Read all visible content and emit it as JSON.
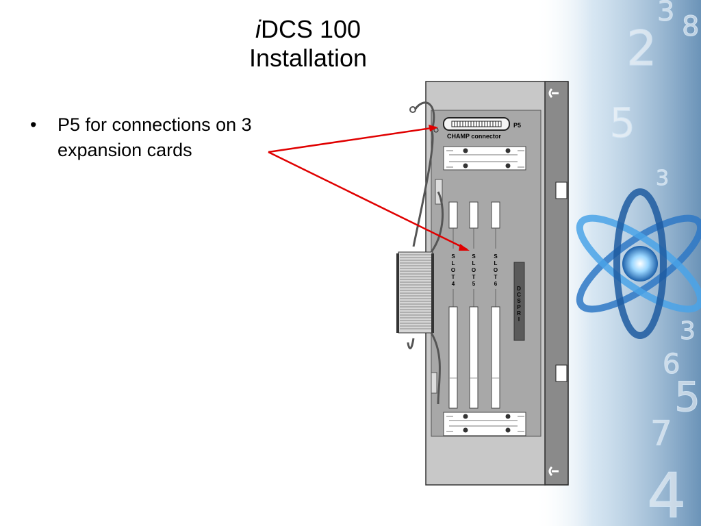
{
  "slide": {
    "title_prefix": "i",
    "title_main": "DCS 100",
    "title_line2": "Installation",
    "bullet_glyph": "•",
    "bullets": [
      {
        "line1": "P5 for connections on 3",
        "line2": "expansion cards"
      }
    ]
  },
  "diagram": {
    "connector_port_label": "P5",
    "connector_name": "CHAMP connector",
    "slot_labels": [
      {
        "letters": [
          "S",
          "L",
          "O",
          "T",
          "4"
        ]
      },
      {
        "letters": [
          "S",
          "L",
          "O",
          "T",
          "5"
        ]
      },
      {
        "letters": [
          "S",
          "L",
          "O",
          "T",
          "6"
        ]
      }
    ],
    "pri_letters": [
      "D",
      "C",
      "S",
      "P",
      "R",
      "I"
    ],
    "arrow_color": "#e00000",
    "panel_color": "#c8c8c8",
    "board_color": "#a8a8a8"
  },
  "decor": {
    "digits": [
      "3",
      "2",
      "3",
      "8",
      "5",
      "3",
      "6",
      "5",
      "7",
      "4"
    ]
  }
}
